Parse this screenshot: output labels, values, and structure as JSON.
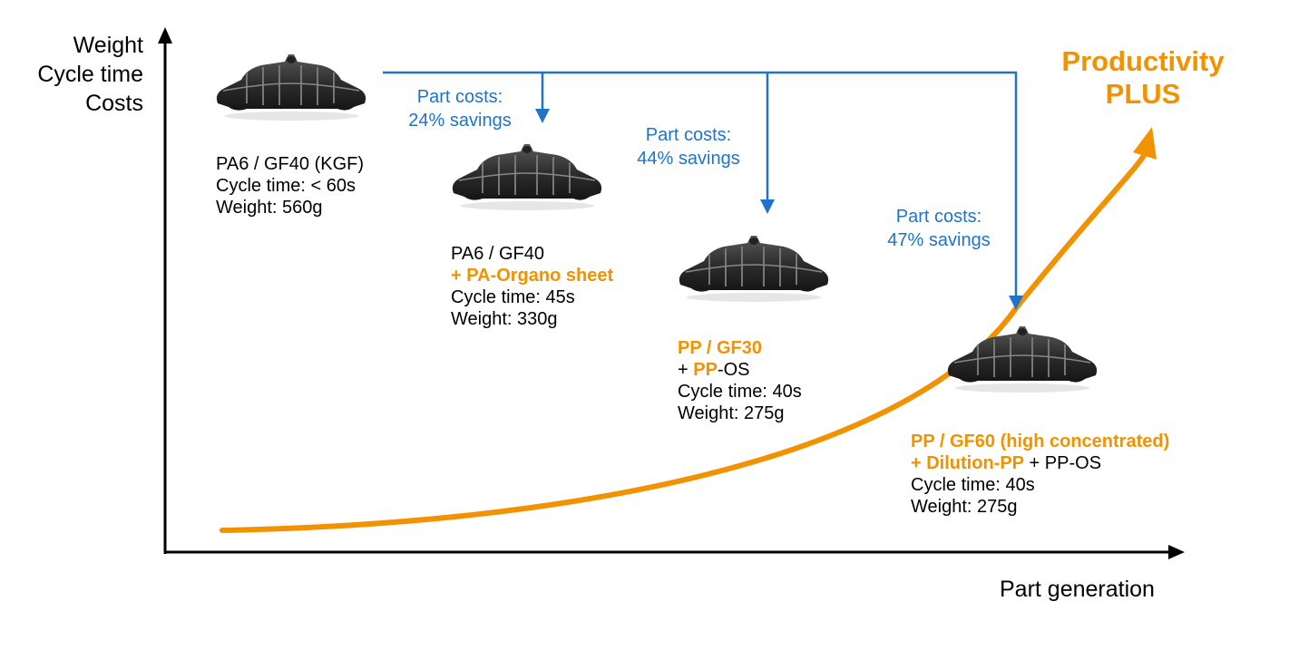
{
  "y_axis_labels": [
    "Weight",
    "Cycle time",
    "Costs"
  ],
  "x_axis_label": "Part generation",
  "headline": {
    "line1": "Productivity",
    "line2": "PLUS"
  },
  "savings": [
    {
      "line1": "Part costs:",
      "line2": "24% savings"
    },
    {
      "line1": "Part costs:",
      "line2": "44% savings"
    },
    {
      "line1": "Part costs:",
      "line2": "47% savings"
    }
  ],
  "generations": [
    {
      "material": "PA6 / GF40 (KGF)",
      "cycle": "Cycle time: < 60s",
      "weight": "Weight: 560g"
    },
    {
      "material": "PA6 / GF40",
      "addition": "+ PA-Organo sheet",
      "cycle": "Cycle time: 45s",
      "weight": "Weight: 330g"
    },
    {
      "material": "PP / GF30",
      "addition_plus": "+ ",
      "addition_pp": "PP",
      "addition_os": "-OS",
      "cycle": "Cycle time: 40s",
      "weight": "Weight: 275g"
    },
    {
      "material": "PP / GF60 (high concentrated)",
      "addition": "+ Dilution-PP",
      "addition_rest": " + PP-OS",
      "cycle": "Cycle time: 40s",
      "weight": "Weight: 275g"
    }
  ],
  "colors": {
    "accent": "#F39200",
    "savings": "#1F73C9",
    "axis": "#000000"
  },
  "icons": [
    "part-image-icon"
  ]
}
